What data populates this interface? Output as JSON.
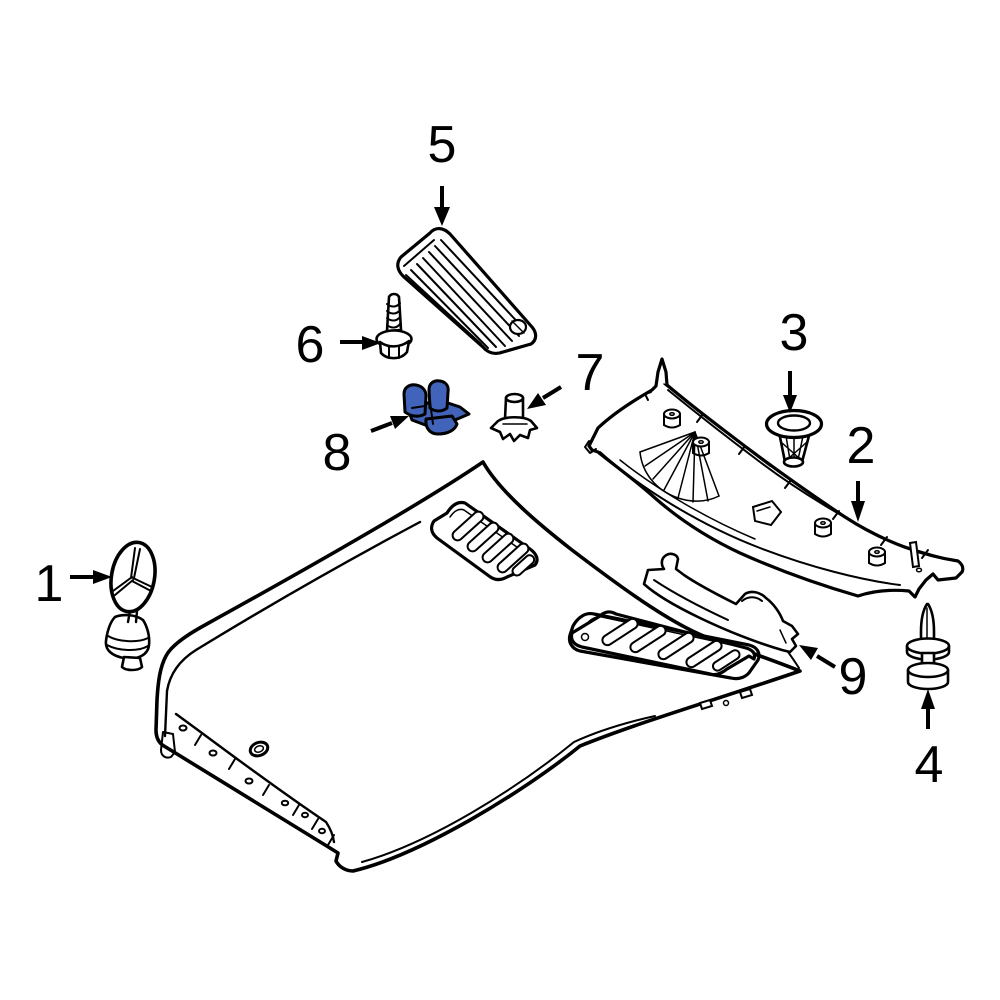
{
  "diagram": {
    "type": "exploded-parts-diagram",
    "subject": "vehicle hood components",
    "background_color": "#ffffff",
    "line_color": "#000000",
    "highlight_color": "#4163b9",
    "callouts": [
      {
        "label": "1",
        "part": "hood-emblem",
        "highlighted": false
      },
      {
        "label": "2",
        "part": "cowl-panel",
        "highlighted": false
      },
      {
        "label": "3",
        "part": "cowl-grommet",
        "highlighted": false
      },
      {
        "label": "4",
        "part": "push-pin-rivet",
        "highlighted": false
      },
      {
        "label": "5",
        "part": "hood-vent-grille",
        "highlighted": false
      },
      {
        "label": "6",
        "part": "hex-screw",
        "highlighted": false
      },
      {
        "label": "7",
        "part": "clip-nut",
        "highlighted": false
      },
      {
        "label": "8",
        "part": "hood-stop-bracket",
        "highlighted": true
      },
      {
        "label": "9",
        "part": "hood-insulator-strip",
        "highlighted": false
      }
    ]
  }
}
